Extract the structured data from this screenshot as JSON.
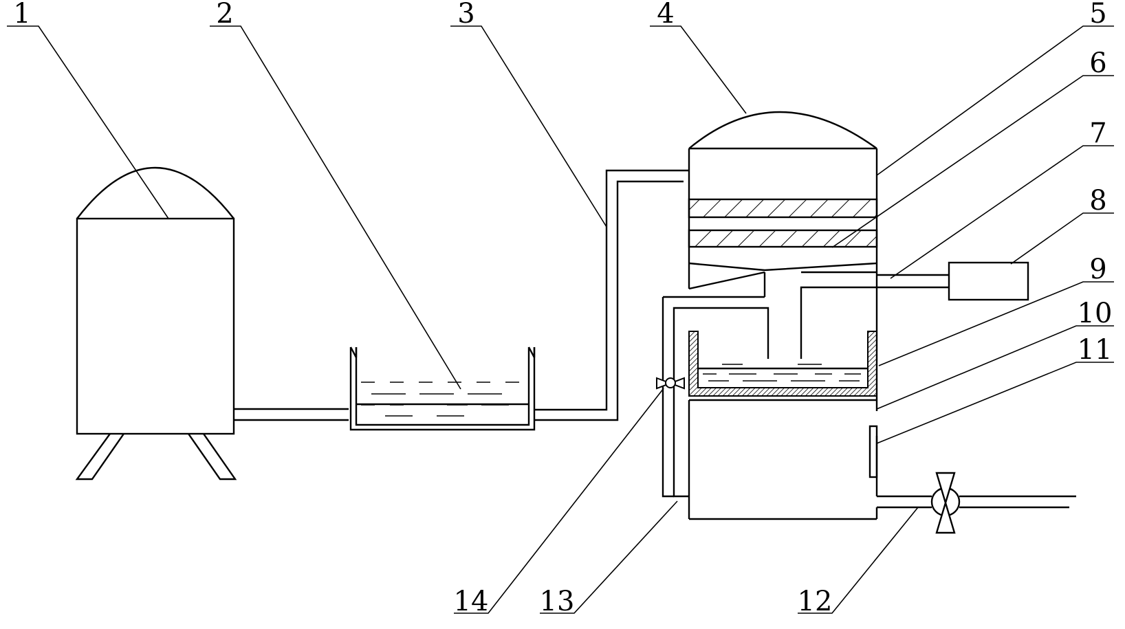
{
  "labels": [
    {
      "id": "1",
      "text": "1"
    },
    {
      "id": "2",
      "text": "2"
    },
    {
      "id": "3",
      "text": "3"
    },
    {
      "id": "4",
      "text": "4"
    },
    {
      "id": "5",
      "text": "5"
    },
    {
      "id": "6",
      "text": "6"
    },
    {
      "id": "7",
      "text": "7"
    },
    {
      "id": "8",
      "text": "8"
    },
    {
      "id": "9",
      "text": "9"
    },
    {
      "id": "10",
      "text": "10"
    },
    {
      "id": "11",
      "text": "11"
    },
    {
      "id": "12",
      "text": "12"
    },
    {
      "id": "13",
      "text": "13"
    },
    {
      "id": "14",
      "text": "14"
    }
  ],
  "colors": {
    "line": "#000000",
    "background": "#ffffff",
    "hatch": "#000000"
  }
}
